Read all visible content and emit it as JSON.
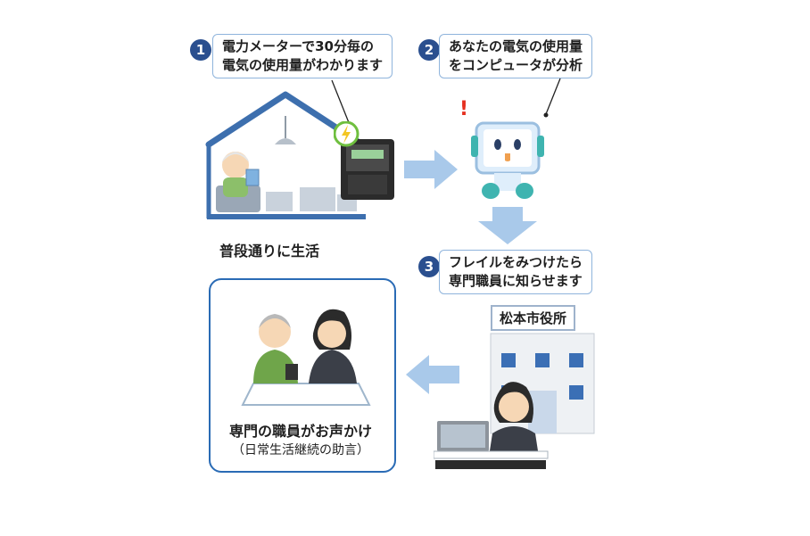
{
  "step1": {
    "number": "1",
    "line1": "電力メーターで30分毎の",
    "line2": "電気の使用量がわかります"
  },
  "step2": {
    "number": "2",
    "line1": "あなたの電気の使用量",
    "line2": "をコンピュータが分析"
  },
  "step3": {
    "number": "3",
    "line1": "フレイルをみつけたら",
    "line2": "専門職員に知らせます"
  },
  "house_label": "普段通りに生活",
  "city_hall_sign": "松本市役所",
  "bottom_panel": {
    "title": "専門の職員がお声かけ",
    "subtitle": "（日常生活継続の助言）"
  },
  "robot_alert_mark": "!",
  "colors": {
    "accent_dark": "#2a4f8f",
    "callout_border": "#8fb4dc",
    "arrow": "#a9c9ea",
    "panel_border": "#2a6bb5"
  }
}
